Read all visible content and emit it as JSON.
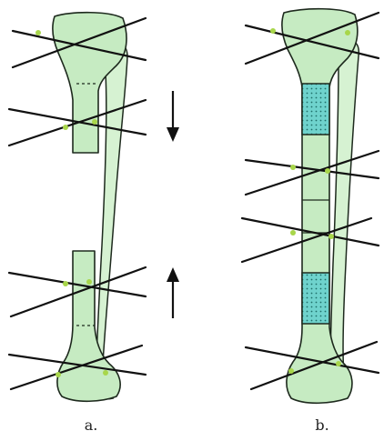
{
  "panels": [
    {
      "label": "a.",
      "description_icon": "distraction-osteogenesis-tibia"
    },
    {
      "label": "b.",
      "description_icon": "tibia-with-bone-grafts"
    }
  ],
  "colors": {
    "bone": "#c6ebc2",
    "graft": "#6fd3cd",
    "wire": "#111111",
    "pin": "#a8d64a"
  }
}
